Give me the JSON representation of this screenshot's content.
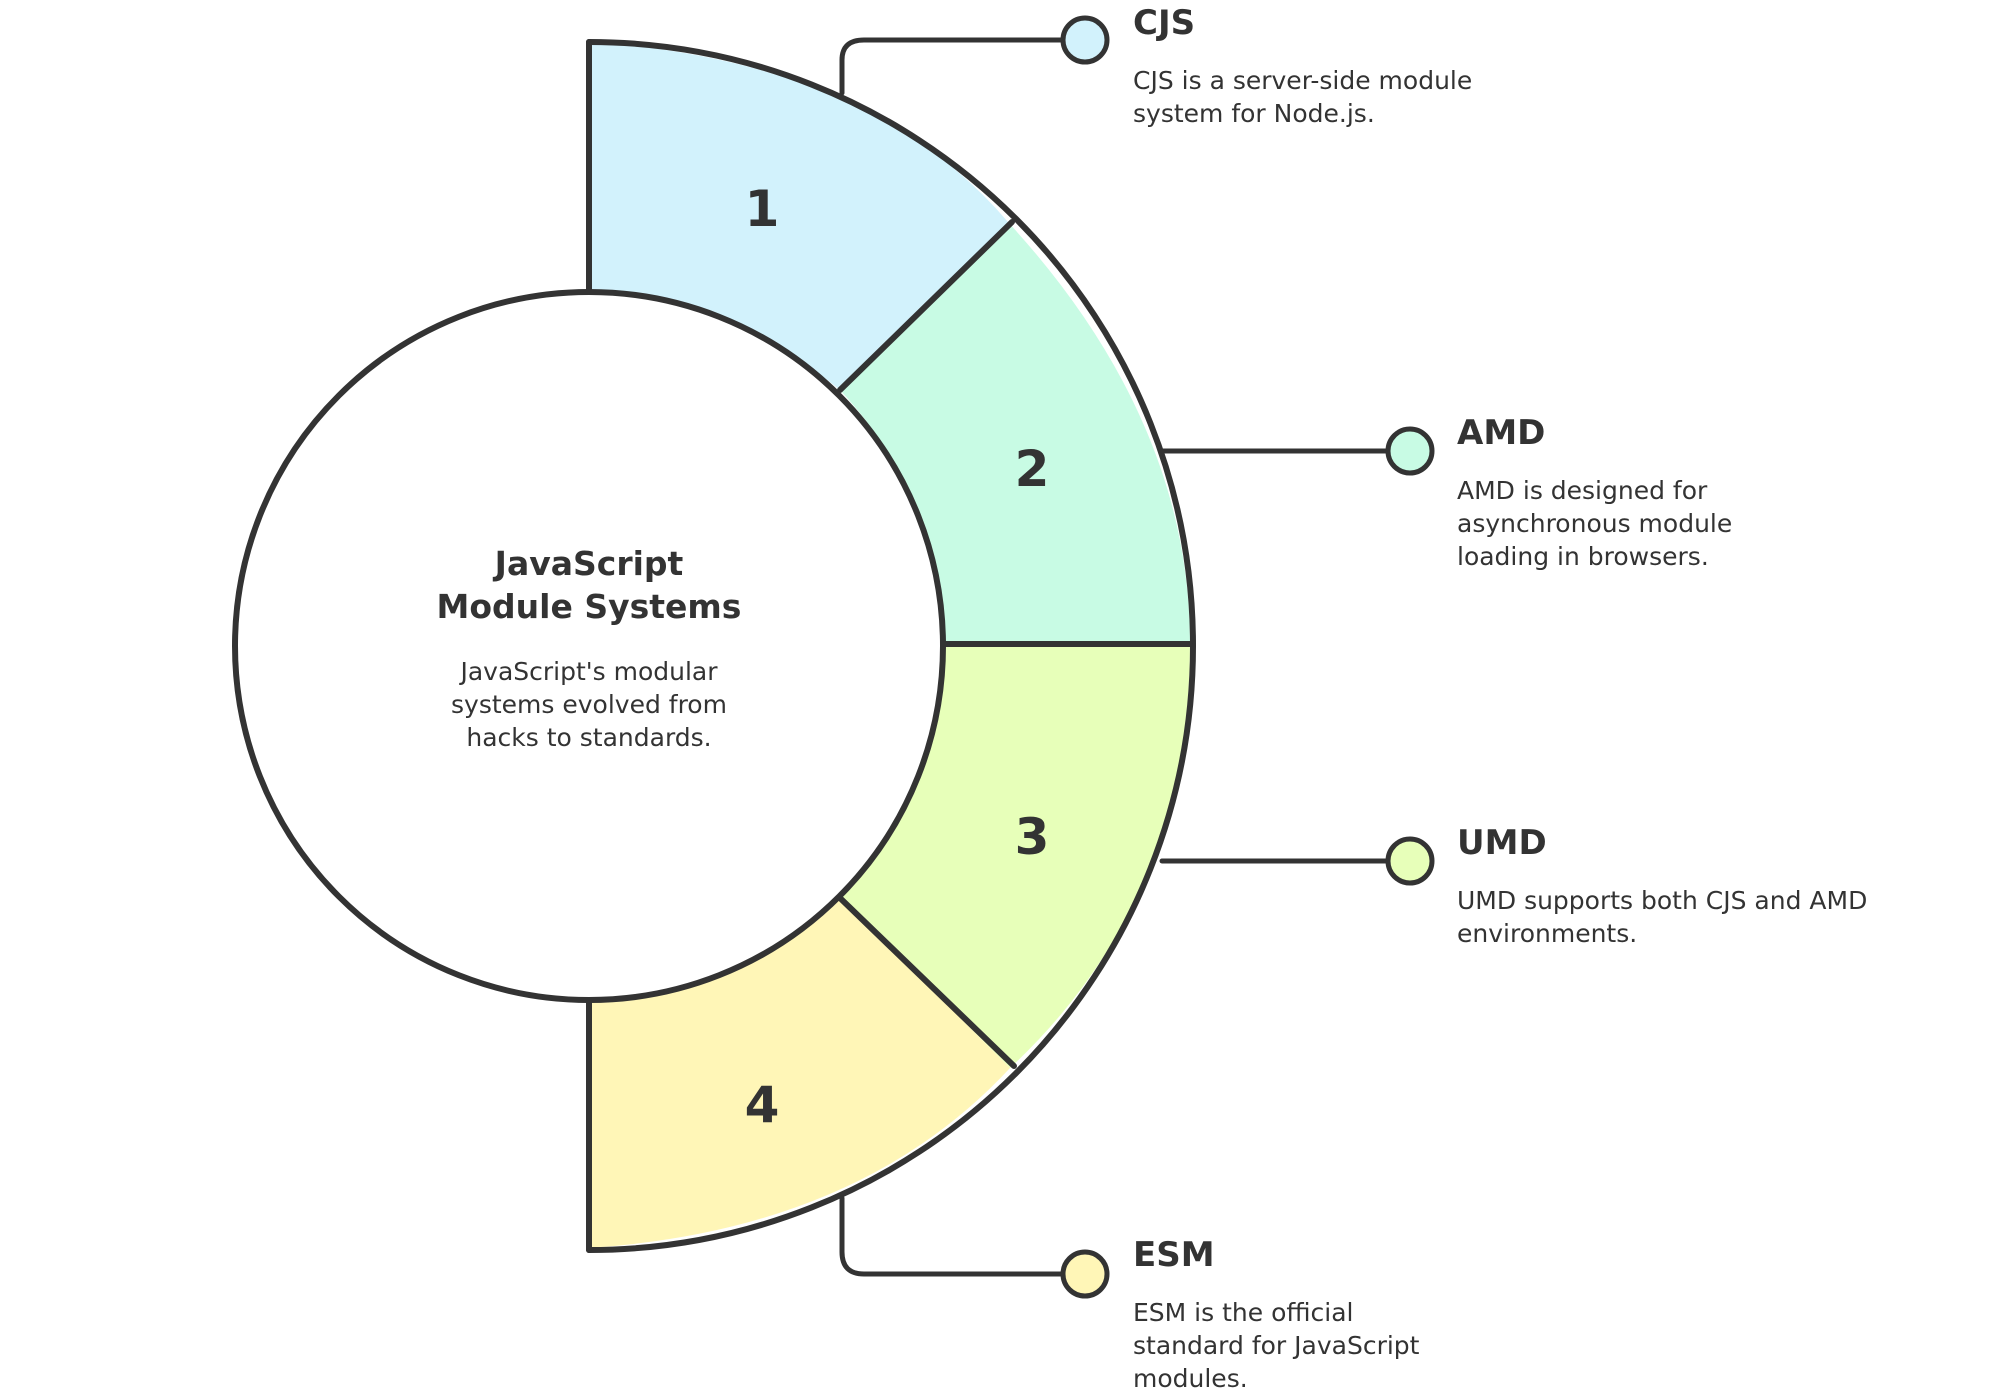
{
  "center": {
    "title_line1": "JavaScript",
    "title_line2": "Module Systems",
    "desc_line1": "JavaScript's modular",
    "desc_line2": "systems evolved from",
    "desc_line3": "hacks to standards."
  },
  "segments": [
    {
      "number": "1",
      "title": "CJS",
      "description": "CJS is a server-side module system for Node.js.",
      "color": "#d2f2fc"
    },
    {
      "number": "2",
      "title": "AMD",
      "description": "AMD is designed for asynchronous module loading in browsers.",
      "color": "#c8fbe4"
    },
    {
      "number": "3",
      "title": "UMD",
      "description": "UMD supports both CJS and AMD environments.",
      "color": "#e7ffb9"
    },
    {
      "number": "4",
      "title": "ESM",
      "description": "ESM is the official standard for JavaScript modules.",
      "color": "#fff6b7"
    }
  ],
  "colors": {
    "outline": "#333333",
    "background": "#ffffff"
  }
}
